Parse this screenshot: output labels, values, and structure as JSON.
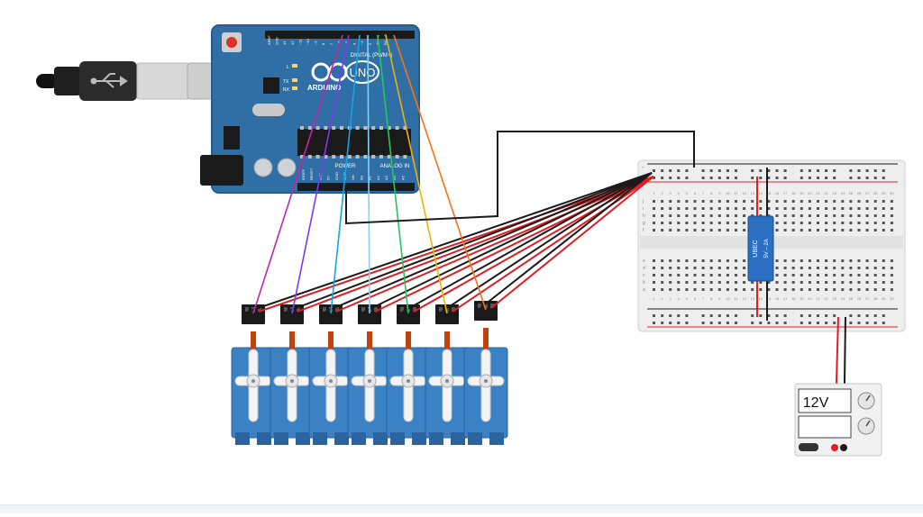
{
  "board": {
    "brand": "ARDUINO",
    "model": "UNO",
    "digital_label": "DIGITAL (PWM~)",
    "power_label": "POWER",
    "analog_label": "ANALOG IN",
    "led_l": "L",
    "led_tx": "TX",
    "led_rx": "RX",
    "aref": "AREF",
    "gnd": "GND",
    "digital_pins": [
      "13",
      "12",
      "~11",
      "~10",
      "~9",
      "8",
      "7",
      "~6",
      "~5",
      "4",
      "~3",
      "2",
      "TX→1",
      "RX←0"
    ],
    "power_pins": [
      "IOREF",
      "RESET",
      "3.3V",
      "5V",
      "GND",
      "GND",
      "Vin"
    ],
    "analog_pins": [
      "A0",
      "A1",
      "A2",
      "A3",
      "A4",
      "A5"
    ]
  },
  "breadboard": {
    "columns_top": [
      "1",
      "2",
      "3",
      "4",
      "5",
      "6",
      "7",
      "8",
      "9",
      "10",
      "11",
      "12",
      "13",
      "14",
      "15",
      "16",
      "17",
      "18",
      "19",
      "20",
      "21",
      "22",
      "23",
      "24",
      "25",
      "26",
      "27",
      "28",
      "29",
      "30"
    ],
    "rows_top": [
      "j",
      "i",
      "h",
      "g",
      "f"
    ],
    "rows_bottom": [
      "e",
      "d",
      "c",
      "b",
      "a"
    ],
    "rail_plus": "+",
    "rail_minus": "-"
  },
  "ubec": {
    "title": "UBEC",
    "rating": "5V – 2A"
  },
  "power_supply": {
    "voltage": "12V"
  },
  "servo_count": 7,
  "colors": {
    "board": "#2f6fa6",
    "board_dark": "#1f4f7a",
    "servo": "#3b82c4",
    "servo_dark": "#2a63a0",
    "wire_red": "#e11d24",
    "wire_black": "#1a1a1a",
    "signal_wires": [
      "#c026a8",
      "#7c3aed",
      "#0ea5e9",
      "#7dd3fc",
      "#22c55e",
      "#eab308",
      "#f97316"
    ]
  }
}
